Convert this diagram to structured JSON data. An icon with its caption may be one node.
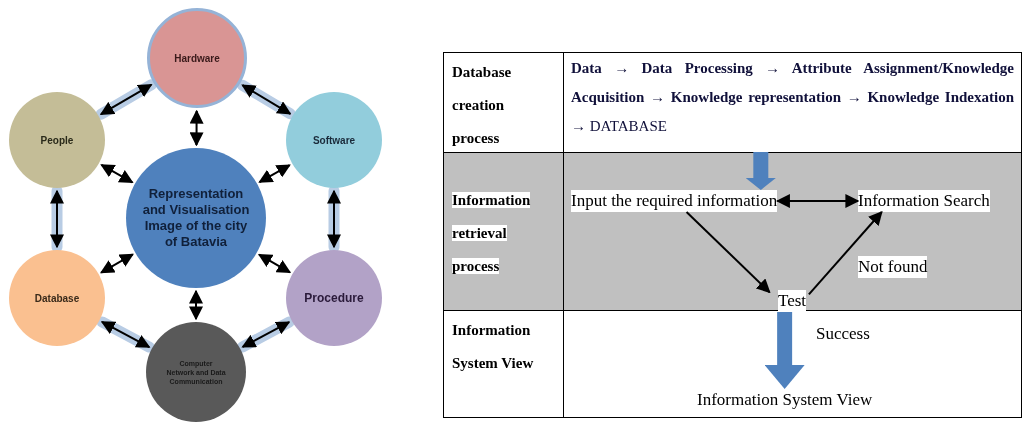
{
  "diagram": {
    "nodes": [
      {
        "text": [
          "Hardware"
        ]
      },
      {
        "text": [
          "People"
        ]
      },
      {
        "text": [
          "Software"
        ]
      },
      {
        "text": [
          "Representation and Visualisation Image of the city of Batavia"
        ]
      },
      {
        "text": [
          "Database"
        ]
      },
      {
        "text": [
          "Procedure"
        ]
      },
      {
        "text": [
          "Computer Network and Data Communication"
        ]
      },
      {
        "text": [
          "**Data → Data Processing → Attribute Assignment/Knowledge Acquisition → Knowledge representation → Knowledge Indexation →** DATABASE"
        ]
      },
      {
        "text": [
          "Input the required information"
        ]
      },
      {
        "text": [
          "Information Search"
        ]
      },
      {
        "text": [
          "Test"
        ]
      },
      {
        "text": [
          "Information System View"
        ]
      }
    ],
    "edges": [
      {
        "from": 0,
        "to": 2,
        "arrow": "both"
      },
      {
        "from": 2,
        "to": 5,
        "arrow": "both"
      },
      {
        "from": 5,
        "to": 6,
        "arrow": "both"
      },
      {
        "from": 6,
        "to": 4,
        "arrow": "both"
      },
      {
        "from": 4,
        "to": 1,
        "arrow": "both"
      },
      {
        "from": 1,
        "to": 0,
        "arrow": "both"
      },
      {
        "from": 3,
        "to": 0,
        "arrow": "both"
      },
      {
        "from": 3,
        "to": 1,
        "arrow": "both"
      },
      {
        "from": 3,
        "to": 2,
        "arrow": "both"
      },
      {
        "from": 3,
        "to": 4,
        "arrow": "both"
      },
      {
        "from": 3,
        "to": 5,
        "arrow": "both"
      },
      {
        "from": 3,
        "to": 6,
        "arrow": "both"
      },
      {
        "from": 7,
        "to": 8,
        "arrow": "to",
        "style": "thick",
        "color": "#4f81bd"
      },
      {
        "from": 8,
        "to": 9,
        "arrow": "both"
      },
      {
        "from": 8,
        "to": 10,
        "arrow": "to"
      },
      {
        "from": 10,
        "to": 9,
        "arrow": "to",
        "label": "Not found"
      },
      {
        "from": 10,
        "to": 11,
        "arrow": "to",
        "label": "Success",
        "style": "thick",
        "color": "#4f81bd"
      }
    ],
    "labels": [
      "Database creation process",
      "Information retrieval process",
      "Information System View"
    ]
  }
}
